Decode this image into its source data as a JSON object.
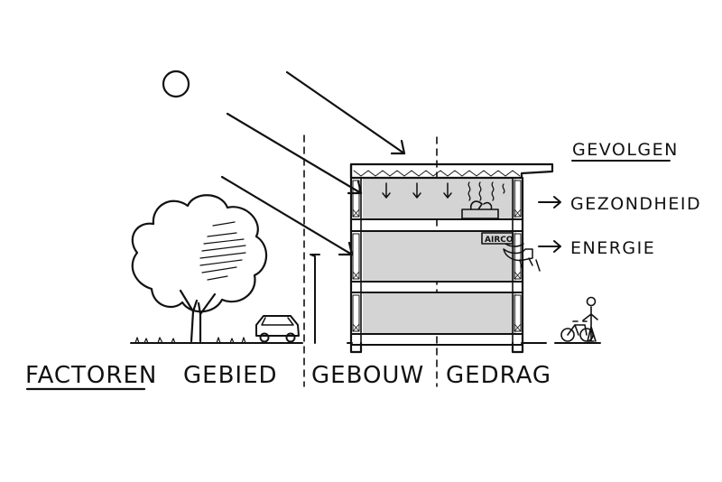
{
  "labels": {
    "factoren": "FACTOREN",
    "gebied": "GEBIED",
    "gebouw": "GEBOUW",
    "gedrag": "GEDRAG",
    "gevolgen": "GEVOLGEN",
    "gezondheid": "GEZONDHEID",
    "energie": "ENERGIE",
    "airco": "AIRCO"
  },
  "colors": {
    "ink": "#111111",
    "room_fill": "#d4d4d4",
    "background": "#ffffff"
  }
}
